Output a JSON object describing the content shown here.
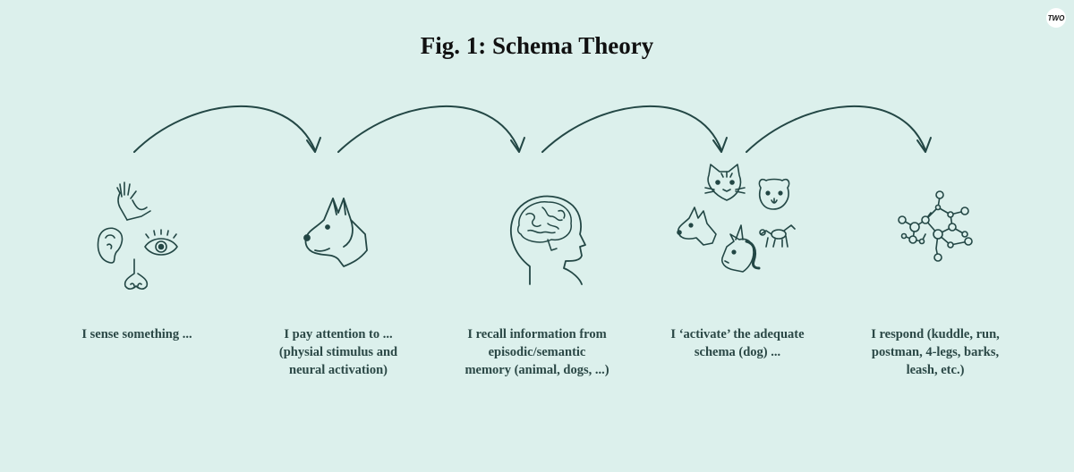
{
  "title": "Fig. 1: Schema Theory",
  "badge": "TWO",
  "steps": [
    {
      "icon": "senses-icon",
      "lines": [
        "I sense something ..."
      ]
    },
    {
      "icon": "dog-head-icon",
      "lines": [
        "I pay attention to ...",
        "(physial stimulus and",
        "neural activation)"
      ]
    },
    {
      "icon": "brain-head-icon",
      "lines": [
        "I recall information from",
        "episodic/semantic",
        "memory (animal, dogs, ...)"
      ]
    },
    {
      "icon": "animals-cluster-icon",
      "lines": [
        "I ‘activate’ the adequate",
        "schema (dog) ..."
      ]
    },
    {
      "icon": "network-graph-icon",
      "lines": [
        "I respond (kuddle, run,",
        "postman, 4-legs, barks,",
        "leash, etc.)"
      ]
    }
  ],
  "colors": {
    "background": "#dcf0ec",
    "stroke": "#234745",
    "text": "#2b4846"
  }
}
